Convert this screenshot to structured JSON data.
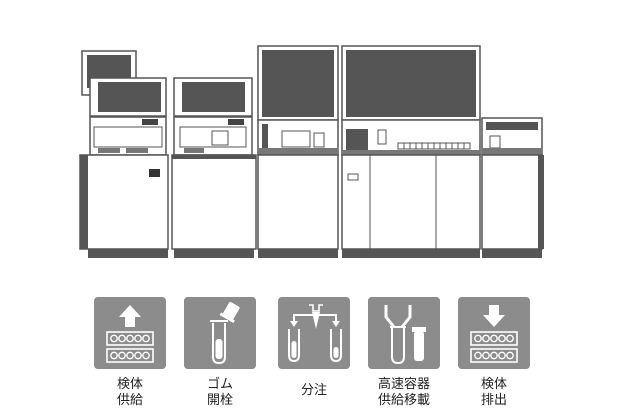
{
  "steps": [
    {
      "icon": "sample-supply-icon",
      "label": "検体\n供給"
    },
    {
      "icon": "rubber-cap-opening-icon",
      "label": "ゴム\n開栓"
    },
    {
      "icon": "dispensing-icon",
      "label": "分注"
    },
    {
      "icon": "high-speed-container-transfer-icon",
      "label": "高速容器\n供給移載"
    },
    {
      "icon": "sample-discharge-icon",
      "label": "検体\n排出"
    }
  ]
}
